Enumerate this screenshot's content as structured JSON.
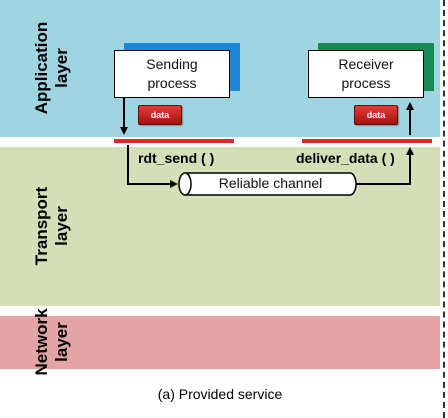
{
  "layers": {
    "application": "Application layer",
    "transport": "Transport layer",
    "network": "Network layer"
  },
  "sender": {
    "line1": "Sending",
    "line2": "process"
  },
  "receiver": {
    "line1": "Receiver",
    "line2": "process"
  },
  "data_tag": "data",
  "functions": {
    "send": "rdt_send ( )",
    "deliver": "deliver_data ( )"
  },
  "channel_label": "Reliable channel",
  "caption": "(a) Provided service",
  "colors": {
    "application": "#9fd4e0",
    "transport": "#d4dfb7",
    "network": "#e3a4a6",
    "send_line": "#e8242a",
    "sender_shadow": "#1e88d6",
    "receiver_shadow": "#1a8a55"
  }
}
